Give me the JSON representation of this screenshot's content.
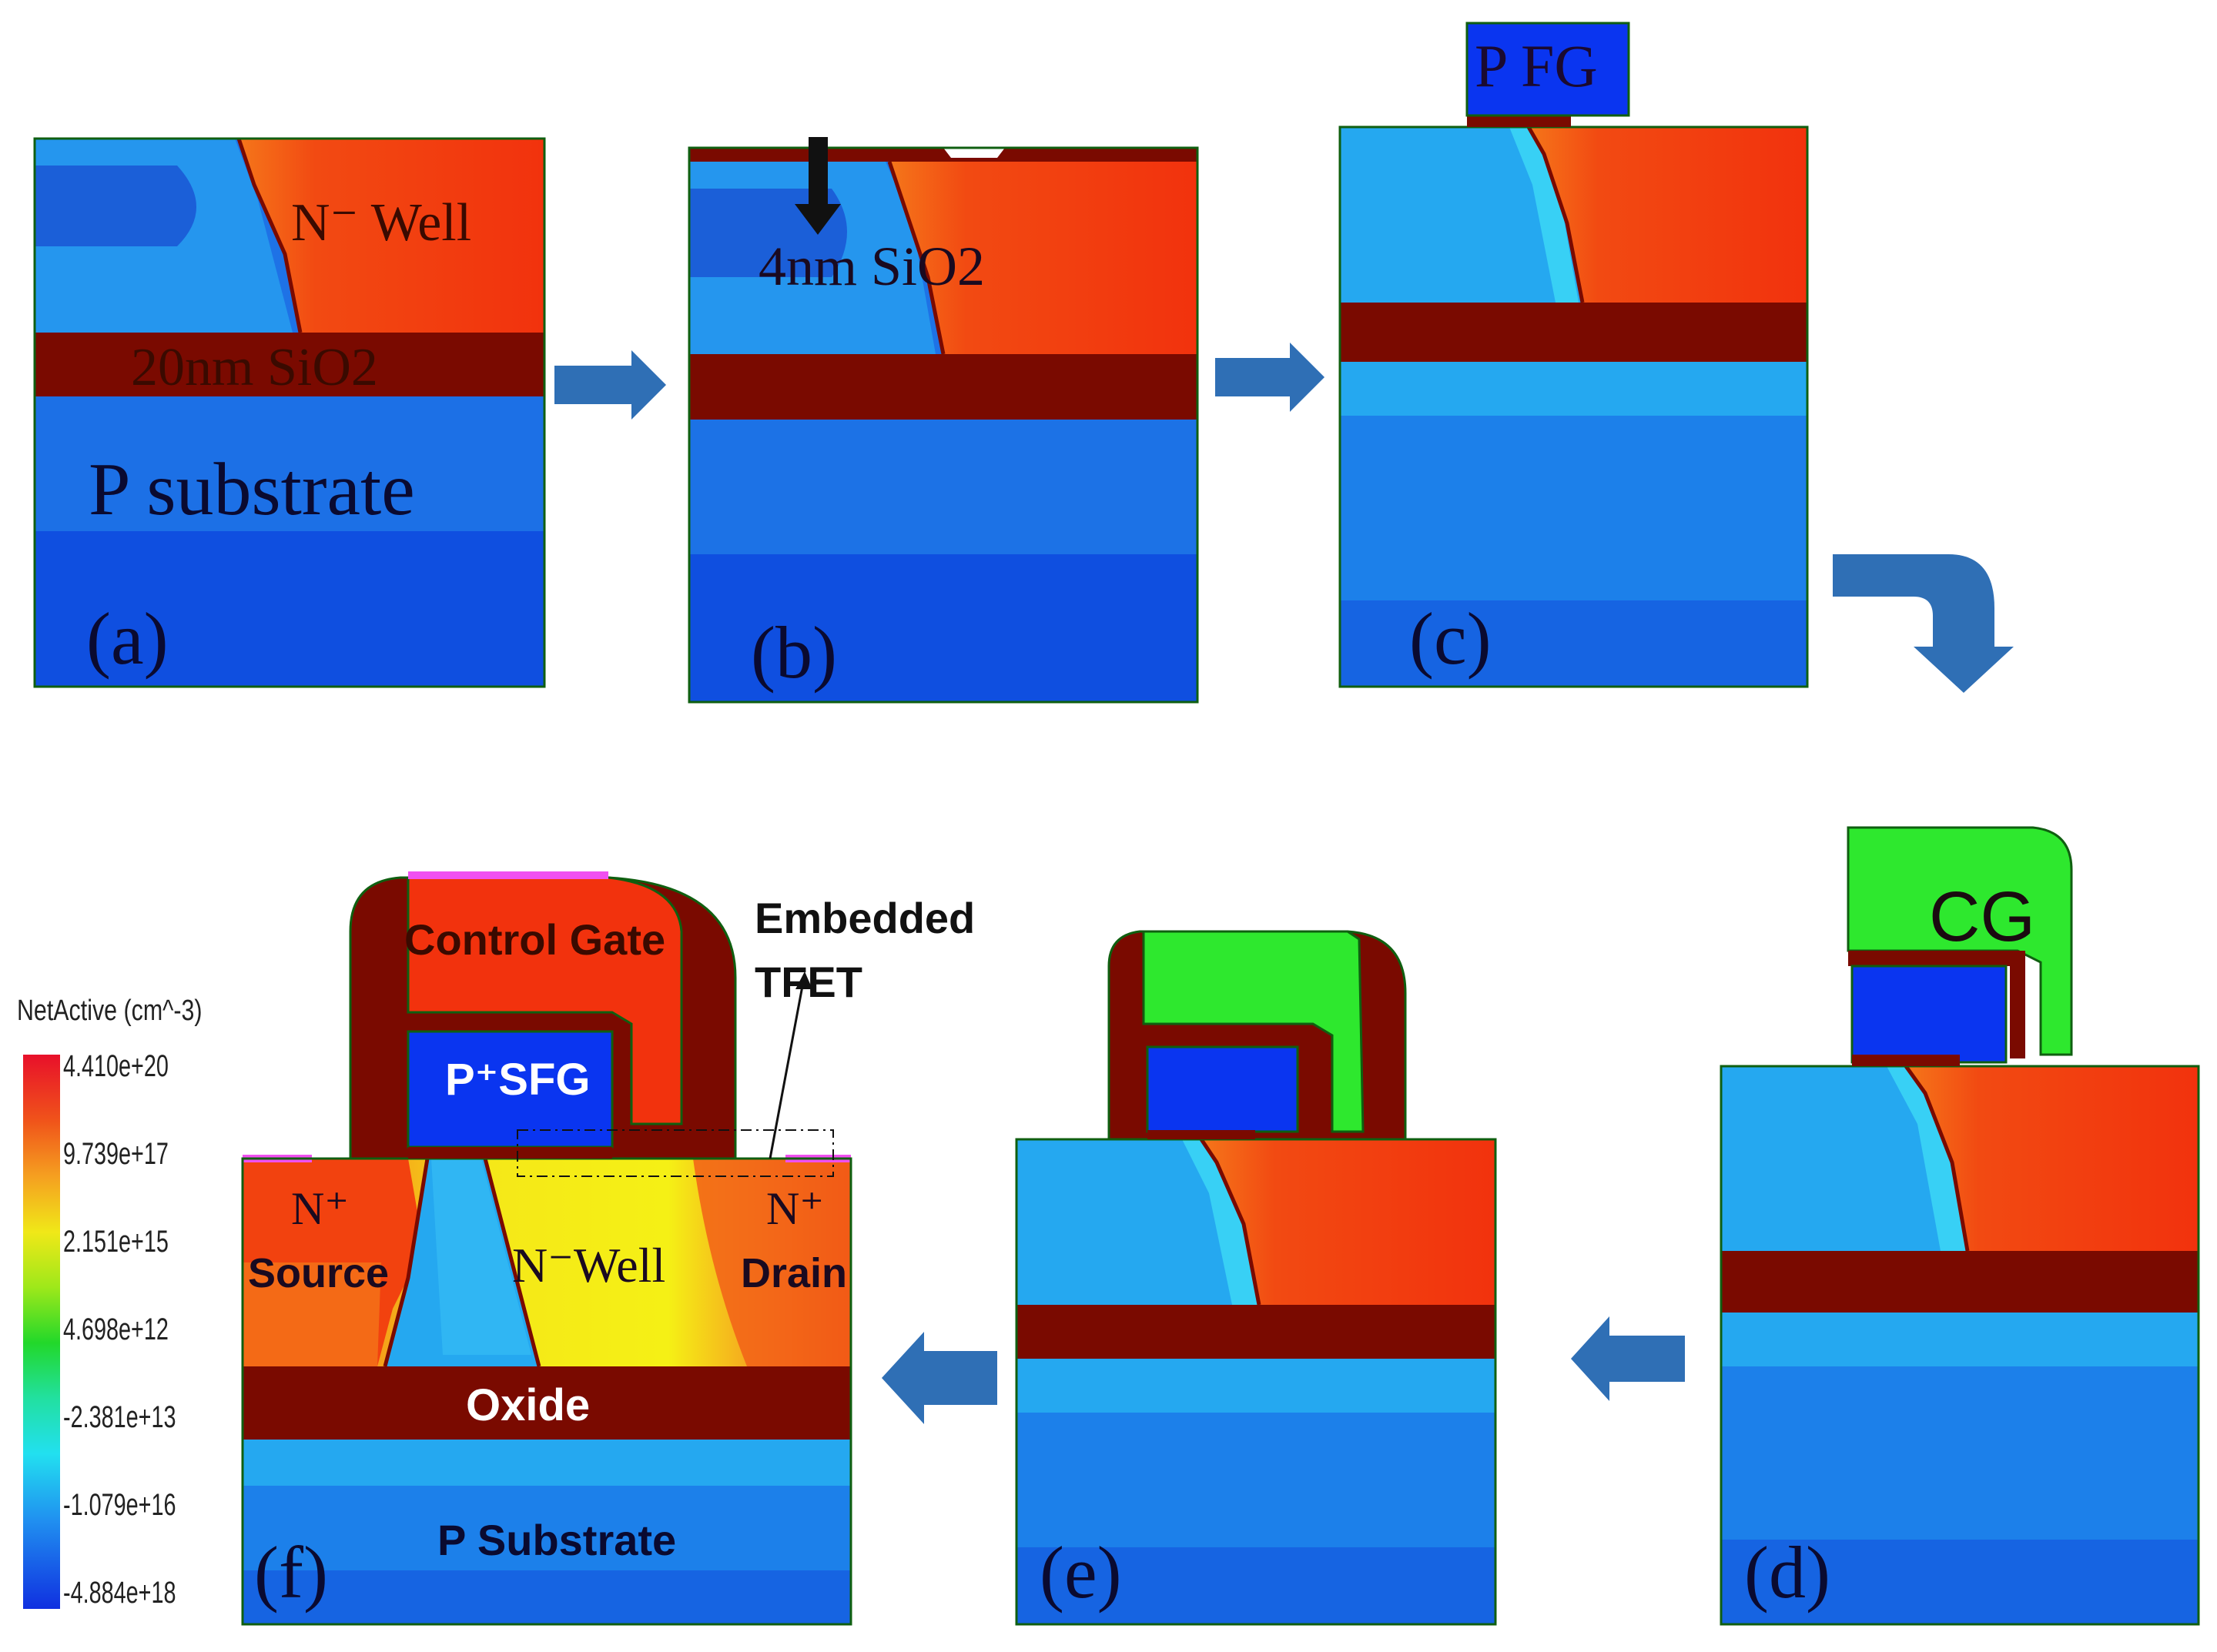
{
  "colors": {
    "oxide": "#7a0a00",
    "border": "#0f5f10",
    "red": "#f2320d",
    "orange": "#f5761a",
    "orange_light": "#f7a23a",
    "yellow": "#f5f515",
    "deep_blue": "#0f4fe0",
    "mid_blue": "#1c78e8",
    "light_blue": "#25a8f0",
    "cyan": "#38d0f5",
    "gate_blue": "#0a35f0",
    "green": "#2ee82e",
    "magenta": "#f050f0",
    "arrow": "#2f6fb5"
  },
  "panels": {
    "a": {
      "label": "(a)",
      "n_well": "N⁻  Well",
      "oxide": "20nm SiO2",
      "substrate": "P substrate"
    },
    "b": {
      "label": "(b)",
      "oxide_note": "4nm SiO2"
    },
    "c": {
      "label": "(c)",
      "gate": "P FG"
    },
    "d": {
      "label": "(d)",
      "gate": "CG"
    },
    "e": {
      "label": "(e)"
    },
    "f": {
      "label": "(f)",
      "control_gate": "Control Gate",
      "sfg": "P⁺SFG",
      "source_top": "N⁺",
      "source_bottom": "Source",
      "drain_top": "N⁺",
      "drain_bottom": "Drain",
      "well": "N⁻Well",
      "oxide": "Oxide",
      "substrate": "P Substrate",
      "tfet_line1": "Embedded",
      "tfet_line2": "TFET"
    }
  },
  "legend": {
    "title": "NetActive (cm^-3)",
    "ticks": [
      "4.410e+20",
      "9.739e+17",
      "2.151e+15",
      "4.698e+12",
      "-2.381e+13",
      "-1.079e+16",
      "-4.884e+18"
    ],
    "stops": [
      "#e8102a",
      "#f0541a",
      "#f5a020",
      "#f0e818",
      "#9ee81a",
      "#22d82a",
      "#22e0a0",
      "#22e0f0",
      "#2090f0",
      "#1030e0"
    ]
  }
}
